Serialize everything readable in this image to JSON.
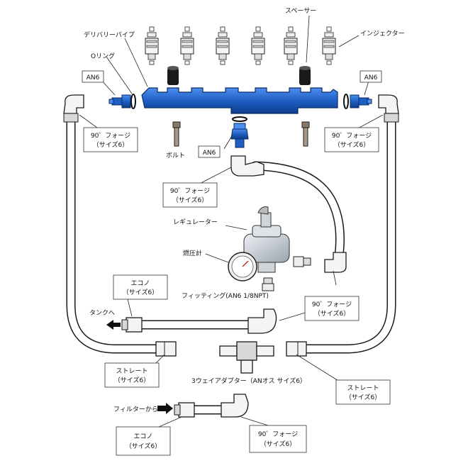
{
  "labels": {
    "spacer": "スペーサー",
    "delivery_pipe": "デリバリーパイプ",
    "injector": "インジェクター",
    "o_ring": "Oリング",
    "an6_left": "AN6",
    "an6_right": "AN6",
    "an6_center": "AN6",
    "bolt": "ボルト",
    "regulator": "レギュレーター",
    "fuel_gauge": "燃圧計",
    "fitting": "フィッティング(AN6 1/8NPT)",
    "to_tank": "タンクへ",
    "three_way": "3ウェイアダプター（ANオス サイズ6）",
    "from_filter": "フィルターから",
    "forge_left_1": "90゜フォージ",
    "forge_left_2": "（サイズ6）",
    "forge_right_1": "90゜フォージ",
    "forge_right_2": "（サイズ6）",
    "forge_mid_1": "90゜フォージ",
    "forge_mid_2": "（サイズ6）",
    "econo_top_1": "エコノ",
    "econo_top_2": "（サイズ6）",
    "forge_lowright_1": "90゜フォージ",
    "forge_lowright_2": "（サイズ6）",
    "straight_left_1": "ストレート",
    "straight_left_2": "（サイズ6）",
    "straight_right_1": "ストレート",
    "straight_right_2": "（サイズ6）",
    "econo_bottom_1": "エコノ",
    "econo_bottom_2": "（サイズ6）",
    "forge_bottom_1": "90゜フォージ",
    "forge_bottom_2": "（サイズ6）"
  },
  "colors": {
    "blue": "#1f5fc4",
    "blue_dark": "#0d3c8a",
    "hose": "#1a1a1a",
    "regulator": "#c9ced6"
  }
}
